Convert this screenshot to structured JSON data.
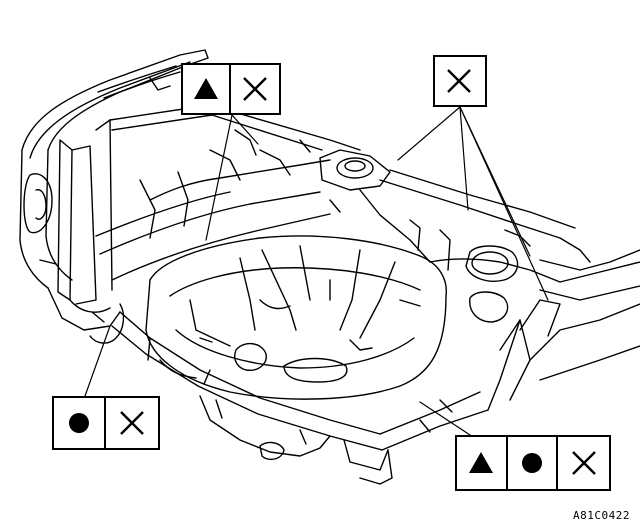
{
  "figure": {
    "code": "A81C0422",
    "description_symbols": {
      "triangle": "filled-triangle-icon",
      "circle": "filled-circle-icon",
      "cross": "cross-icon"
    }
  },
  "callouts": [
    {
      "id": "top-left",
      "symbols": [
        "triangle",
        "cross"
      ]
    },
    {
      "id": "top-right",
      "symbols": [
        "cross"
      ]
    },
    {
      "id": "bottom-left",
      "symbols": [
        "circle",
        "cross"
      ]
    },
    {
      "id": "bottom-right",
      "symbols": [
        "triangle",
        "circle",
        "cross"
      ]
    }
  ],
  "colors": {
    "line": "#000000",
    "background": "#ffffff"
  }
}
